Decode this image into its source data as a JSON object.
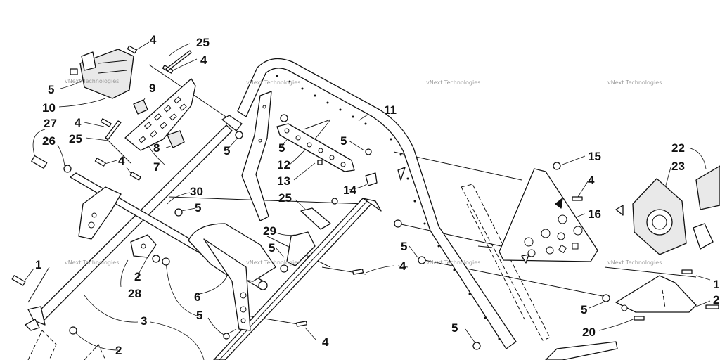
{
  "watermark": "vNext Technologies",
  "callouts": [
    "1",
    "2",
    "3",
    "4",
    "5",
    "6",
    "7",
    "8",
    "9",
    "10",
    "11",
    "12",
    "13",
    "14",
    "15",
    "16",
    "20",
    "22",
    "23",
    "25",
    "26",
    "27",
    "28",
    "29",
    "30"
  ],
  "diagram_labels": [
    "4",
    "25",
    "4",
    "5",
    "9",
    "10",
    "4",
    "8",
    "25",
    "7",
    "27",
    "26",
    "4",
    "5",
    "30",
    "5",
    "1",
    "2",
    "28",
    "3",
    "2",
    "6",
    "5",
    "11",
    "5",
    "12",
    "13",
    "14",
    "25",
    "29",
    "5",
    "4",
    "5",
    "4",
    "15",
    "4",
    "16",
    "22",
    "23",
    "5",
    "20",
    "5",
    "1",
    "2"
  ],
  "icons": [
    "frame-parts-diagram-icon"
  ]
}
